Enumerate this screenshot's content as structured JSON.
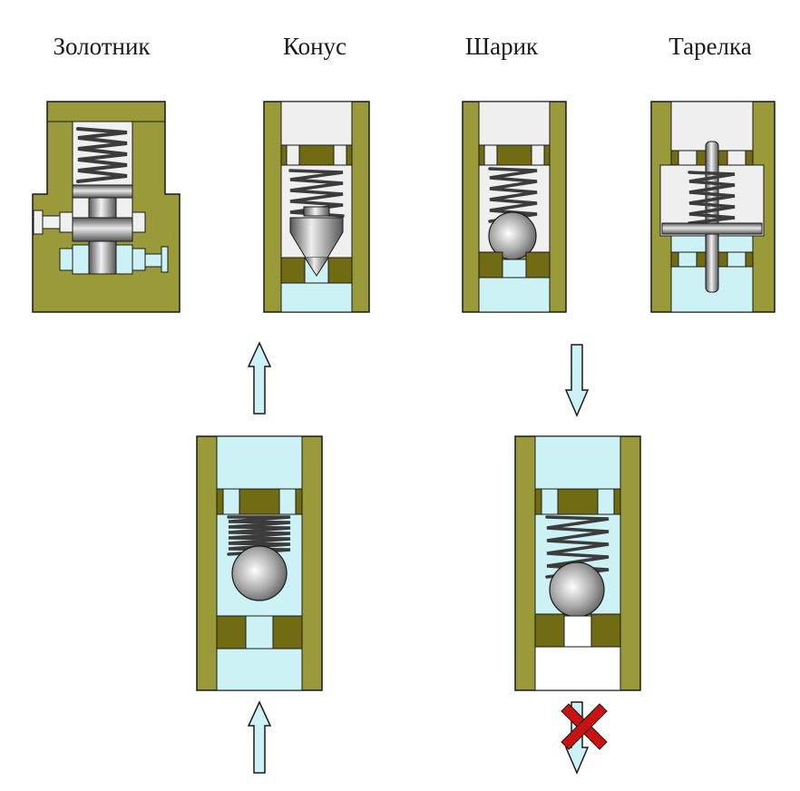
{
  "titles": {
    "spool": "Золотник",
    "cone": "Конус",
    "ball": "Шарик",
    "plate": "Тарелка"
  },
  "valves": [
    {
      "id": "spool",
      "label": "Золотник",
      "closing_element": "spool"
    },
    {
      "id": "cone",
      "label": "Конус",
      "closing_element": "cone"
    },
    {
      "id": "ball",
      "label": "Шарик",
      "closing_element": "ball"
    },
    {
      "id": "plate",
      "label": "Тарелка",
      "closing_element": "disc"
    }
  ],
  "flow_examples": [
    {
      "id": "open-flow",
      "state": "open",
      "inlet_arrow": "up",
      "outlet_arrow": "up",
      "blocked": false
    },
    {
      "id": "reverse-flow",
      "state": "closed",
      "inlet_arrow": "down",
      "outlet_arrow": "down",
      "blocked": true
    }
  ],
  "colors": {
    "body_olive": "#9b9a3a",
    "seat_dark_olive": "#716c14",
    "fluid_light_blue": "#ccf2f6",
    "cavity_light_gray": "#efefef",
    "steel_gray": "#9a9a9a",
    "spring_dark": "#3c3c3c",
    "outline": "#1a1a1a",
    "block_red": "#cc1111"
  },
  "icons": {
    "arrow_up": "arrow-up-icon",
    "arrow_down": "arrow-down-icon",
    "blocked": "x-cross-icon"
  }
}
